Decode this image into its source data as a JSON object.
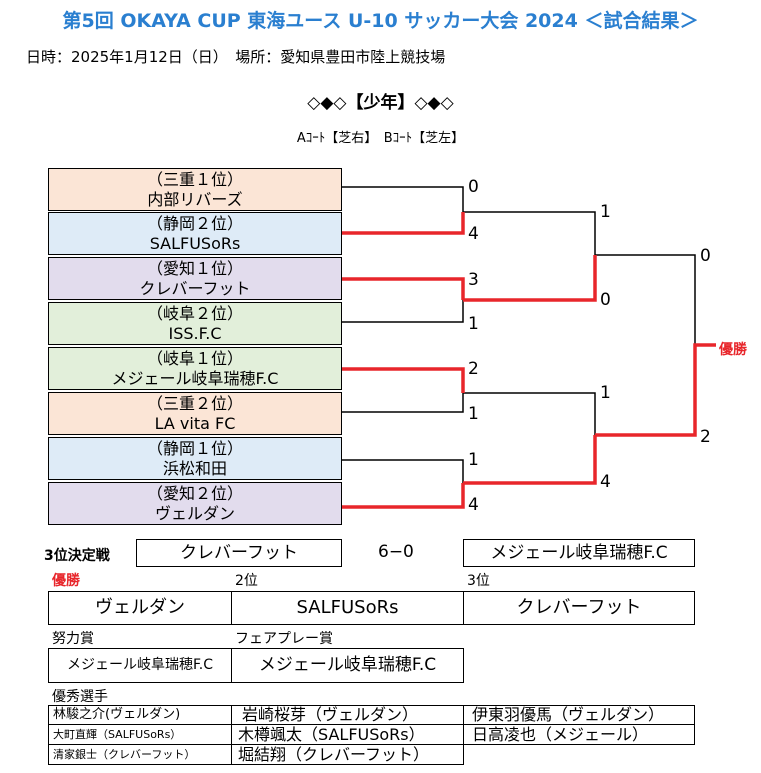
{
  "title": "第5回 OKAYA CUP 東海ユース U-10 サッカー大会 2024 ＜試合結果＞",
  "date_venue": "日時：2025年1月12日（日）　場所：愛知県豊田市陸上競技場",
  "category": "◇◆◇【少年】◇◆◇",
  "courts": "Aｺｰﾄ【芝右】　Bｺｰﾄ【芝左】",
  "teams": [
    {
      "rank": "（三重１位）",
      "name": "内部リバーズ",
      "color": "#fbe5d6"
    },
    {
      "rank": "（静岡２位）",
      "name": "SALFUSoRs",
      "color": "#deebf7"
    },
    {
      "rank": "（愛知１位）",
      "name": "クレバーフット",
      "color": "#e2dced"
    },
    {
      "rank": "（岐阜２位）",
      "name": "ISS.F.C",
      "color": "#e2efda"
    },
    {
      "rank": "（岐阜１位）",
      "name": "メジェール岐阜瑞穂F.C",
      "color": "#e2efda"
    },
    {
      "rank": "（三重２位）",
      "name": "LA vita FC",
      "color": "#fbe5d6"
    },
    {
      "rank": "（静岡１位）",
      "name": "浜松和田",
      "color": "#deebf7"
    },
    {
      "rank": "（愛知２位）",
      "name": "ヴェルダン",
      "color": "#e2dced"
    }
  ],
  "scores": {
    "r1": [
      "0",
      "4",
      "3",
      "1",
      "2",
      "1",
      "1",
      "4"
    ],
    "r2": [
      "1",
      "0",
      "1",
      "4"
    ],
    "final": [
      "0",
      "2"
    ]
  },
  "champion_mark": "優勝",
  "third_place": {
    "label": "3位決定戦",
    "team1": "クレバーフット",
    "score": "6−0",
    "team2": "メジェール岐阜瑞穂F.C"
  },
  "results": {
    "winner_label": "優勝",
    "winner": "ヴェルダン",
    "second_label": "2位",
    "second": "SALFUSoRs",
    "third_label": "3位",
    "third": "クレバーフット"
  },
  "awards": {
    "effort_label": "努力賞",
    "effort": "メジェール岐阜瑞穂F.C",
    "fairplay_label": "フェアプレー賞",
    "fairplay": "メジェール岐阜瑞穂F.C"
  },
  "mvp": {
    "label": "優秀選手",
    "players": [
      [
        "林駿之介(ヴェルダン)",
        "岩崎桜芽（ヴェルダン）",
        "伊東羽優馬（ヴェルダン）"
      ],
      [
        "大町直輝（SALFUSoRs）",
        "木樽颯太（SALFUSoRs）",
        "日高凌也（メジェール）"
      ],
      [
        "清家銀士（クレバーフット）",
        "堀結翔（クレバーフット）",
        ""
      ]
    ]
  },
  "colors": {
    "title": "#2a7fd0",
    "winner_line": "#e8262b"
  }
}
